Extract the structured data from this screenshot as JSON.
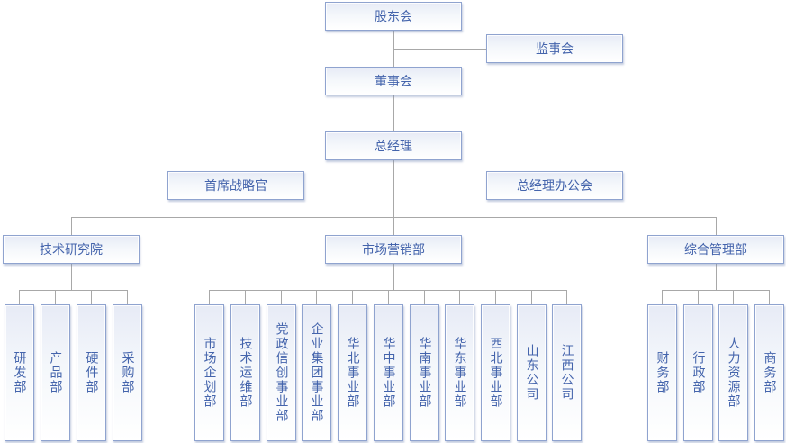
{
  "org_chart": {
    "type": "org-chart",
    "colors": {
      "box_border": "#8fa3cf",
      "box_fill_top": "#e7ebf6",
      "box_fill_bottom": "#ffffff",
      "text": "#4464ac",
      "connector_line": "#a8a8a8"
    },
    "nodes": {
      "shareholders": "股东会",
      "supervisory_board": "监事会",
      "board_of_directors": "董事会",
      "general_manager": "总经理",
      "chief_strategy_officer": "首席战略官",
      "gm_office_meeting": "总经理办公会",
      "tech_research_institute": "技术研究院",
      "marketing_dept": "市场营销部",
      "general_management_dept": "综合管理部"
    },
    "tech_children": [
      "研发部",
      "产品部",
      "硬件部",
      "采购部"
    ],
    "marketing_children": [
      "市场企划部",
      "技术运维部",
      "党政信创事业部",
      "企业集团事业部",
      "华北事业部",
      "华中事业部",
      "华南事业部",
      "华东事业部",
      "西北事业部",
      "山东公司",
      "江西公司"
    ],
    "management_children": [
      "财务部",
      "行政部",
      "人力资源部",
      "商务部"
    ]
  }
}
